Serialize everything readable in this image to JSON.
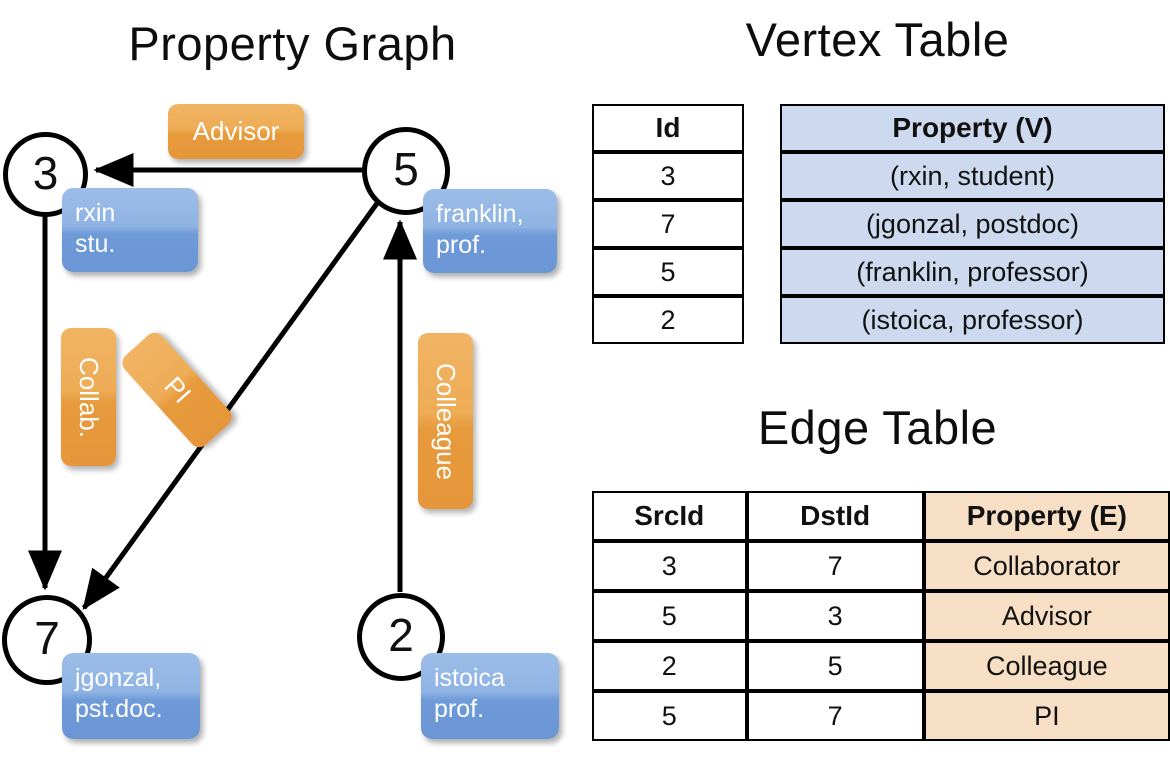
{
  "titles": {
    "property_graph": "Property Graph",
    "vertex_table": "Vertex Table",
    "edge_table": "Edge Table"
  },
  "graph": {
    "nodes": [
      {
        "id": "3",
        "property_line1": "rxin",
        "property_line2": "stu."
      },
      {
        "id": "5",
        "property_line1": "franklin,",
        "property_line2": "prof."
      },
      {
        "id": "7",
        "property_line1": "jgonzal,",
        "property_line2": "pst.doc."
      },
      {
        "id": "2",
        "property_line1": "istoica",
        "property_line2": "prof."
      }
    ],
    "edge_labels": [
      {
        "name": "advisor",
        "text": "Advisor"
      },
      {
        "name": "collab",
        "text": "Collab."
      },
      {
        "name": "pi",
        "text": "PI"
      },
      {
        "name": "colleague",
        "text": "Colleague"
      }
    ]
  },
  "vertex_table": {
    "headers": [
      "Id",
      "Property (V)"
    ],
    "rows": [
      {
        "id": "3",
        "property": "(rxin, student)"
      },
      {
        "id": "7",
        "property": "(jgonzal, postdoc)"
      },
      {
        "id": "5",
        "property": "(franklin, professor)"
      },
      {
        "id": "2",
        "property": "(istoica, professor)"
      }
    ]
  },
  "edge_table": {
    "headers": [
      "SrcId",
      "DstId",
      "Property (E)"
    ],
    "rows": [
      {
        "src": "3",
        "dst": "7",
        "property": "Collaborator"
      },
      {
        "src": "5",
        "dst": "3",
        "property": "Advisor"
      },
      {
        "src": "2",
        "dst": "5",
        "property": "Colleague"
      },
      {
        "src": "5",
        "dst": "7",
        "property": "PI"
      }
    ]
  },
  "colors": {
    "vertex_property_fill": "#ccd9ef",
    "edge_property_fill": "#f6dfc5",
    "node_property_box": "#7fa5dd",
    "edge_label_box": "#eca84f",
    "stroke": "#000000"
  }
}
